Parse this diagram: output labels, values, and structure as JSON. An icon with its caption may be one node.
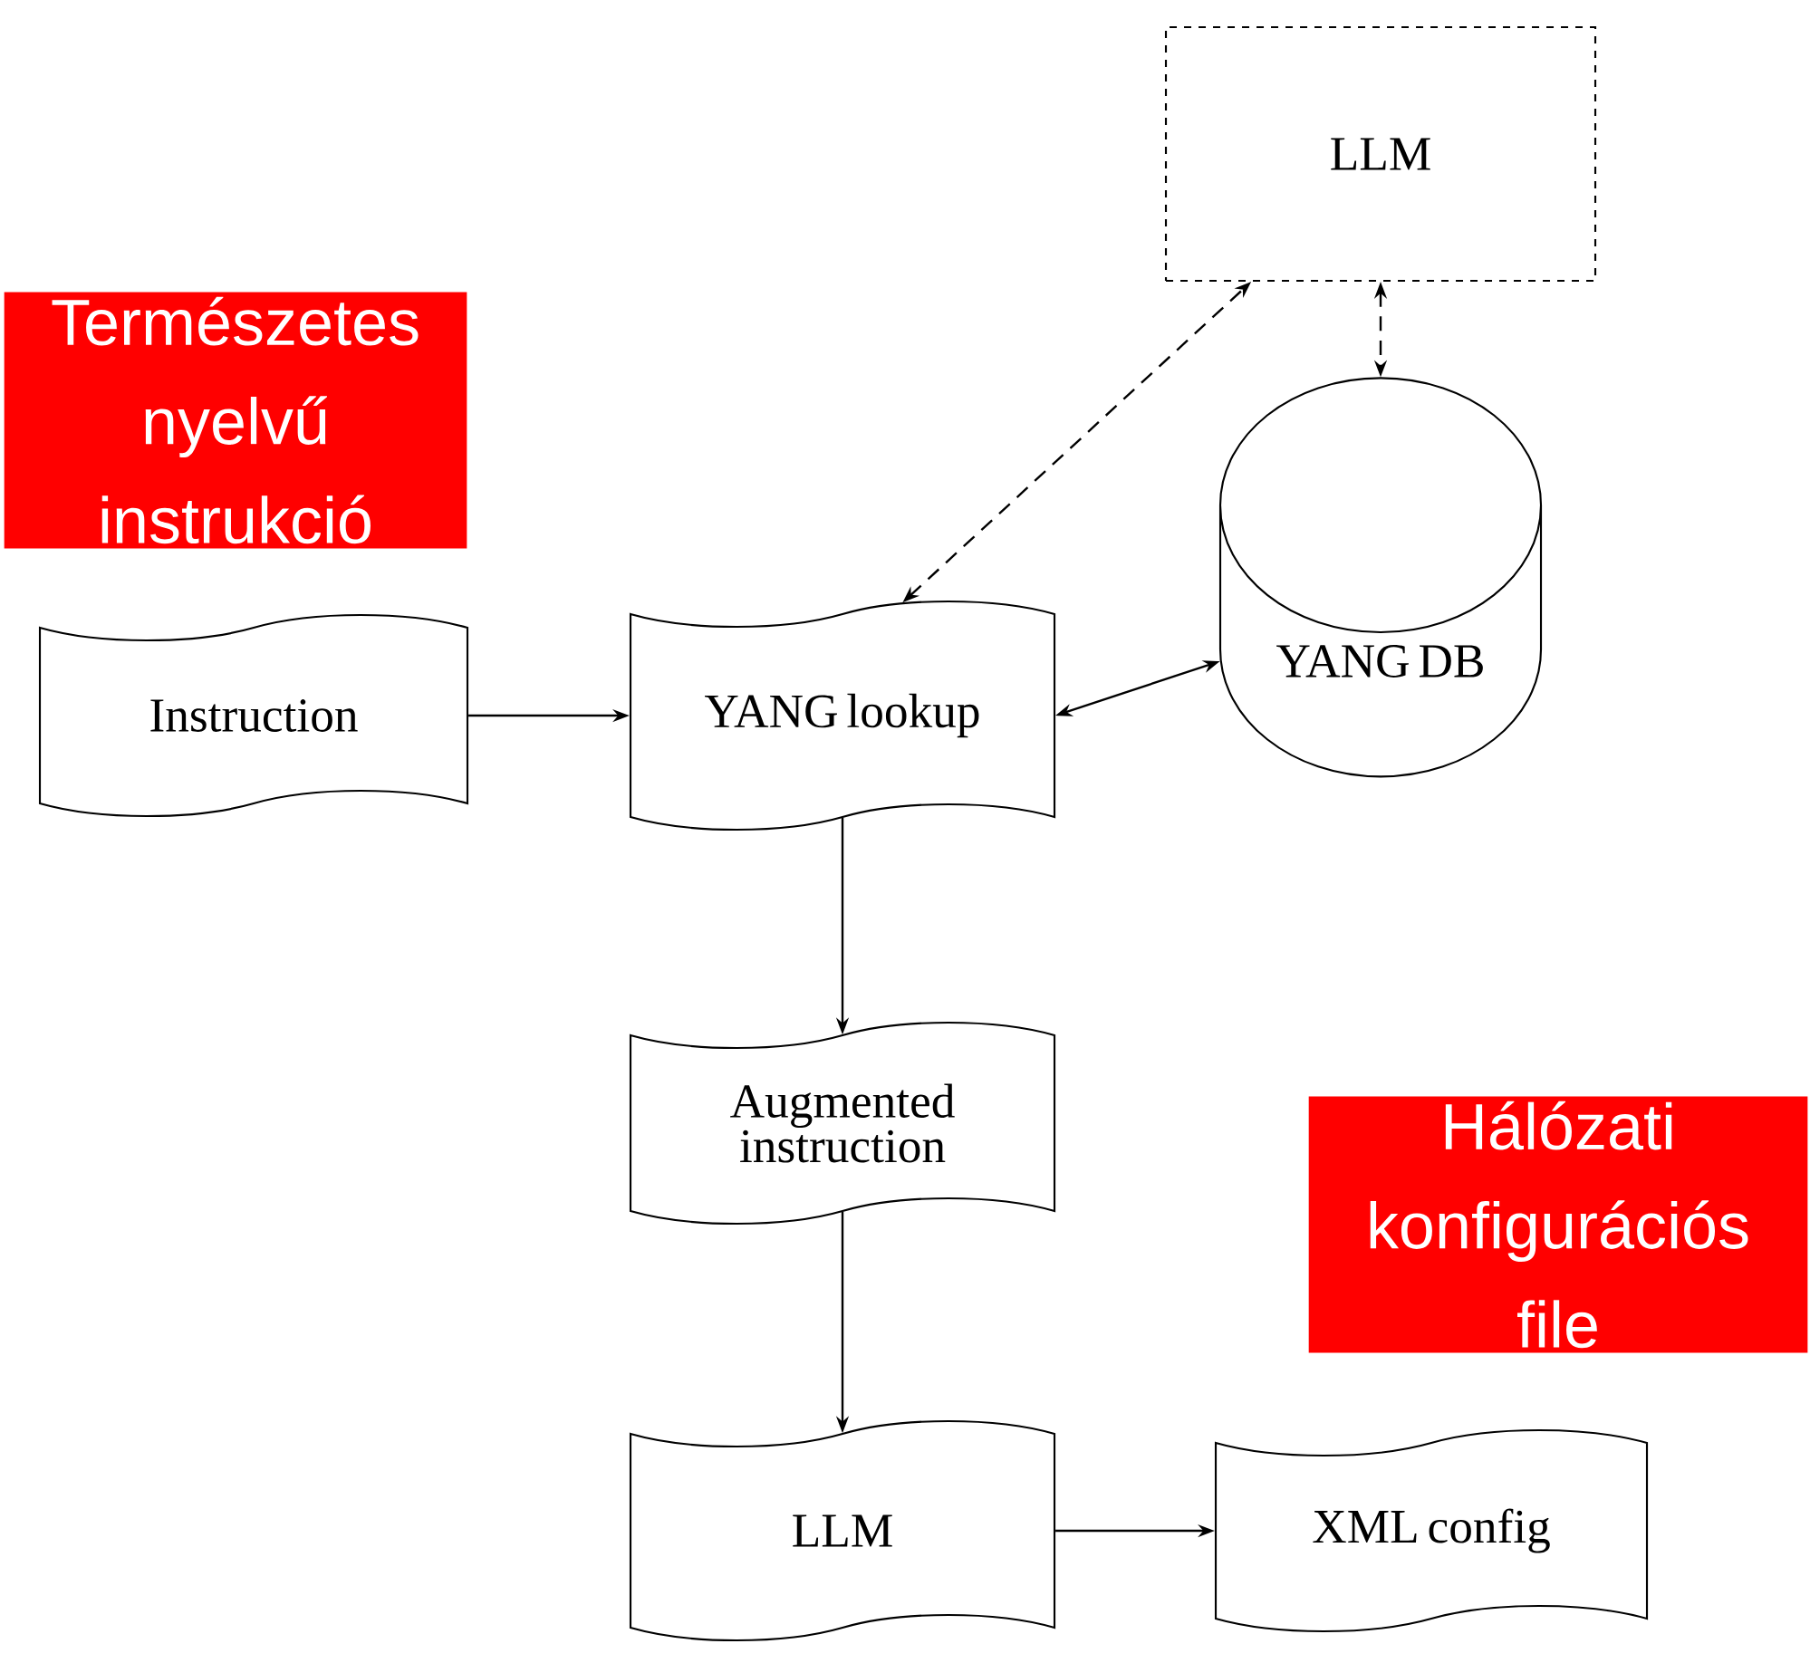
{
  "diagram": {
    "nodes": [
      {
        "text": [
          "LLM"
        ]
      },
      {
        "text": [
          "Instruction"
        ]
      },
      {
        "text": [
          "YANG lookup"
        ]
      },
      {
        "text": [
          "YANG DB"
        ]
      },
      {
        "text": [
          "Augmented instruction"
        ]
      },
      {
        "text": [
          "LLM"
        ]
      },
      {
        "text": [
          "XML config"
        ]
      }
    ],
    "edges": [
      {
        "from": 1,
        "to": 2,
        "arrow": "to"
      },
      {
        "from": 2,
        "to": 0,
        "arrow": "both",
        "style": "dashed"
      },
      {
        "from": 0,
        "to": 3,
        "arrow": "both",
        "style": "dashed"
      },
      {
        "from": 2,
        "to": 3,
        "arrow": "both"
      },
      {
        "from": 2,
        "to": 4,
        "arrow": "to"
      },
      {
        "from": 4,
        "to": 5,
        "arrow": "to"
      },
      {
        "from": 5,
        "to": 6,
        "arrow": "to"
      }
    ],
    "labels": [
      "Természetes nyelvű instrukció",
      "Hálózati konfigurációs file"
    ]
  }
}
